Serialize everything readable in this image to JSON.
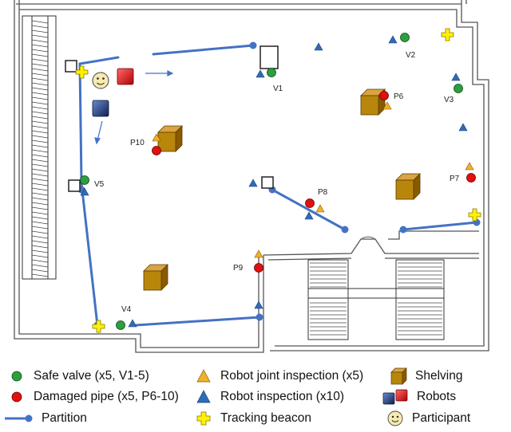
{
  "markers": {
    "valves": [
      "V1",
      "V2",
      "V3",
      "V4",
      "V5"
    ],
    "pipes": [
      "P6",
      "P7",
      "P8",
      "P9",
      "P10"
    ]
  },
  "legend": {
    "safe_valve": "Safe valve (x5, V1-5)",
    "damaged_pipe": "Damaged pipe (x5, P6-10)",
    "partition": "Partition",
    "robot_joint_inspection": "Robot joint inspection (x5)",
    "robot_inspection": "Robot inspection (x10)",
    "tracking_beacon": "Tracking beacon",
    "shelving": "Shelving",
    "robots": "Robots",
    "participant": "Participant"
  },
  "colors": {
    "valve": "#2e9e3f",
    "pipe": "#e01010",
    "partition": "#4472c4",
    "joint_triangle": "#f0b02a",
    "inspection_triangle": "#2e6db4",
    "beacon": "#fff200",
    "shelving": "#b8860b",
    "robot_red": "#e01010",
    "robot_blue": "#1f3a7a",
    "participant": "#f7eab0"
  },
  "icons": [
    "valve-icon",
    "pipe-icon",
    "partition-icon",
    "joint-triangle-icon",
    "inspection-triangle-icon",
    "beacon-icon",
    "shelving-icon",
    "robot-icon",
    "participant-icon"
  ]
}
